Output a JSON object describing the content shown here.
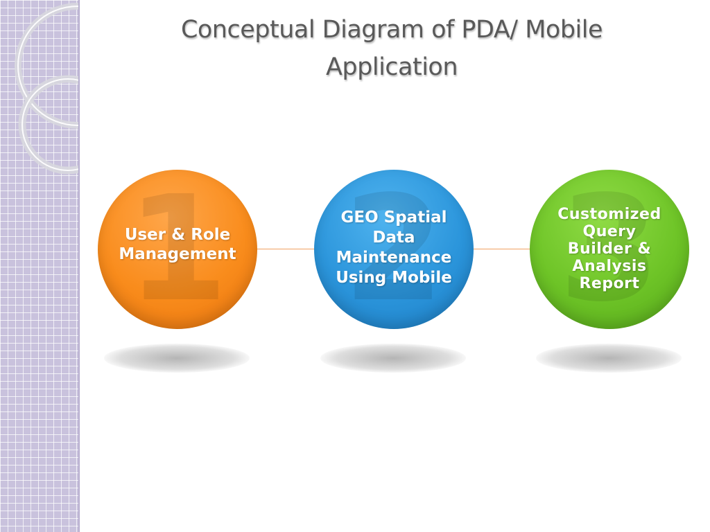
{
  "title": {
    "line1": "Conceptual Diagram of PDA/ Mobile",
    "line2": "Application"
  },
  "nodes": [
    {
      "number": "1",
      "label": "User & Role Management",
      "color": "#f98c1c"
    },
    {
      "number": "2",
      "label": "GEO Spatial Data Maintenance Using Mobile",
      "color": "#2b95db"
    },
    {
      "number": "3",
      "label": "Customized Query Builder & Analysis Report",
      "color": "#6ec427"
    }
  ],
  "colors": {
    "title_text": "#595959",
    "sidebar": "#c9c2dd",
    "connector": "#f0a060"
  }
}
